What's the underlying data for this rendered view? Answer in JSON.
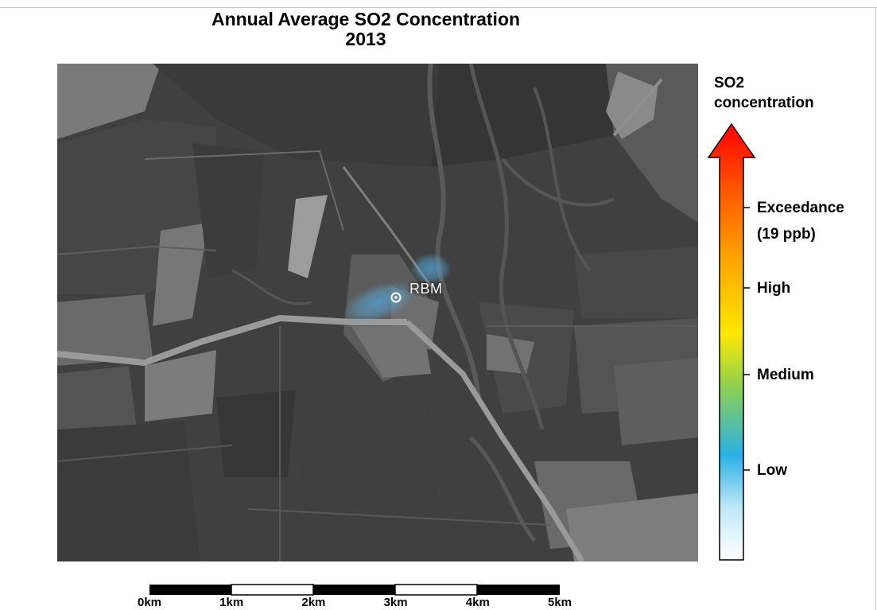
{
  "title": {
    "line1": "Annual Average SO2 Concentration",
    "line2": "2013"
  },
  "map": {
    "site_label": "RBM",
    "background": "grayscale-satellite-imagery",
    "plume_color": "#4fa3d8"
  },
  "legend": {
    "title_line1": "SO2",
    "title_line2": "concentration",
    "labels": [
      {
        "text": "Exceedance",
        "level": "exceedance"
      },
      {
        "text": "(19 ppb)",
        "level": "exceedance-value"
      },
      {
        "text": "High",
        "level": "high"
      },
      {
        "text": "Medium",
        "level": "medium"
      },
      {
        "text": "Low",
        "level": "low"
      }
    ],
    "colors": [
      "#ffffff",
      "#2ab0e6",
      "#ffd400",
      "#ff7a00",
      "#ff0000"
    ]
  },
  "scale_bar": {
    "ticks": [
      "0km",
      "1km",
      "2km",
      "3km",
      "4km",
      "5km"
    ]
  }
}
